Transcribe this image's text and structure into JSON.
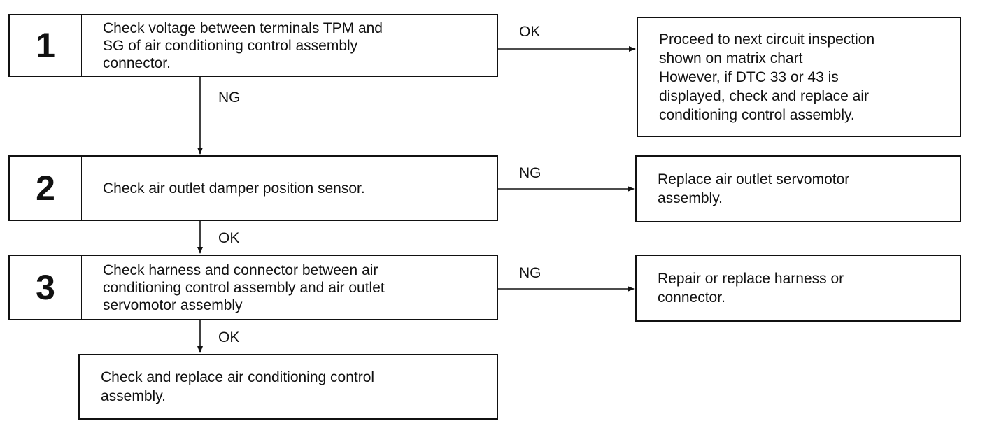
{
  "steps": [
    {
      "number": "1",
      "text": "Check voltage between terminals TPM and\nSG of air conditioning control assembly\nconnector."
    },
    {
      "number": "2",
      "text": "Check air outlet damper position sensor."
    },
    {
      "number": "3",
      "text": "Check harness and connector between air\nconditioning control assembly and air outlet\nservomotor assembly"
    }
  ],
  "final_box": {
    "text": "Check and replace air conditioning control\nassembly."
  },
  "results": [
    {
      "text": "Proceed to next circuit inspection\nshown on matrix chart\nHowever, if DTC 33 or 43 is\ndisplayed, check and replace air\nconditioning control assembly."
    },
    {
      "text": "Replace air outlet servomotor\nassembly."
    },
    {
      "text": "Repair or replace harness or\nconnector."
    }
  ],
  "labels": {
    "step1_ok": "OK",
    "step1_ng": "NG",
    "step2_ng": "NG",
    "step2_ok": "OK",
    "step3_ng": "NG",
    "step3_ok": "OK"
  }
}
